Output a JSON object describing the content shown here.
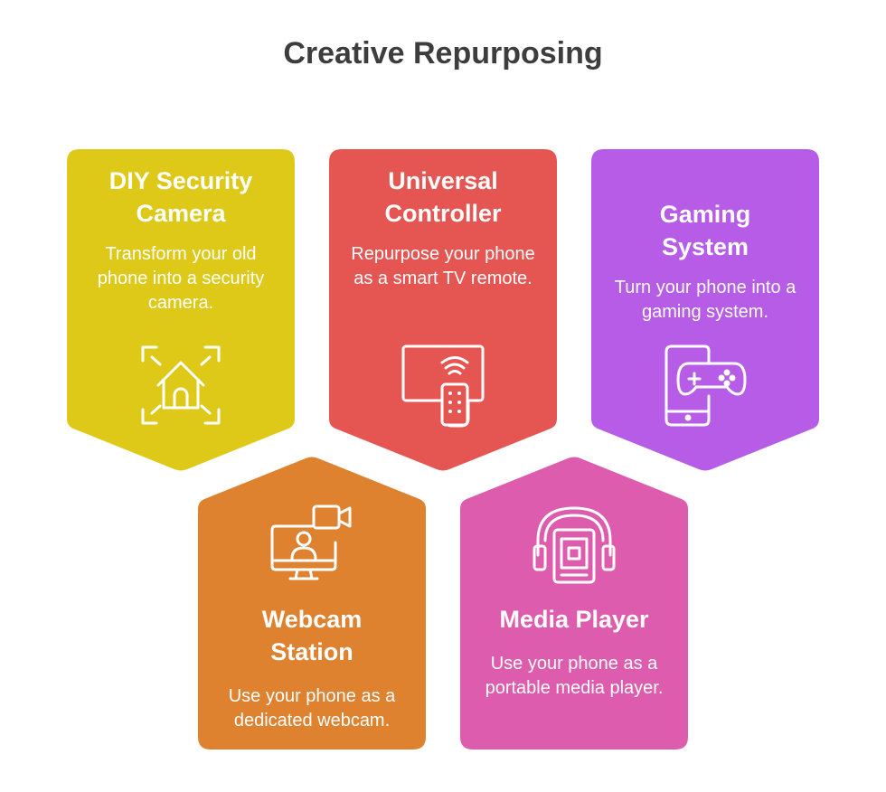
{
  "title": "Creative Repurposing",
  "cards": [
    {
      "title_line1": "DIY Security",
      "title_line2": "Camera",
      "desc": "Transform your old phone into a security camera.",
      "icon": "security-camera-home-icon",
      "color": "#DEC818"
    },
    {
      "title_line1": "Universal",
      "title_line2": "Controller",
      "desc": "Repurpose your phone as a smart TV remote.",
      "icon": "tv-remote-icon",
      "color": "#E55551"
    },
    {
      "title_line1": "Gaming",
      "title_line2": "System",
      "desc": "Turn your phone into a gaming system.",
      "icon": "phone-gamepad-icon",
      "color": "#B65CE6"
    },
    {
      "title_line1": "Webcam",
      "title_line2": "Station",
      "desc": "Use your phone as a dedicated webcam.",
      "icon": "webcam-monitor-icon",
      "color": "#DE8230"
    },
    {
      "title_line1": "Media Player",
      "title_line2": "",
      "desc": "Use your phone as a portable media player.",
      "icon": "headphones-player-icon",
      "color": "#DE5CAD"
    }
  ]
}
